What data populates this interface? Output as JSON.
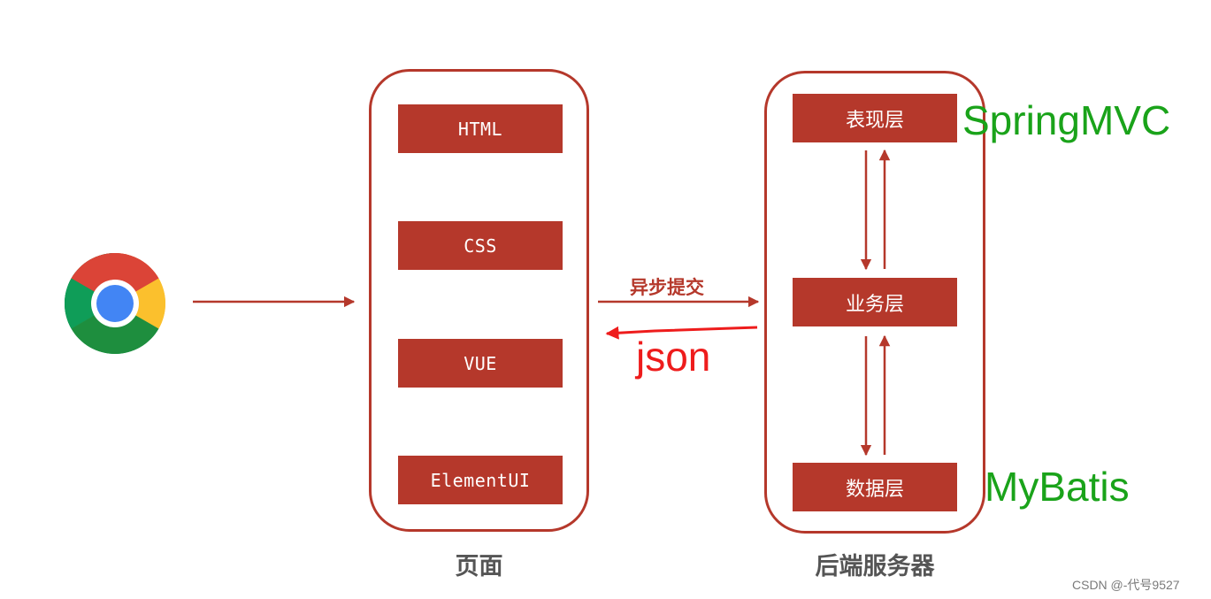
{
  "browser": {
    "icon": "chrome-icon"
  },
  "page_group": {
    "label": "页面",
    "items": [
      "HTML",
      "CSS",
      "VUE",
      "ElementUI"
    ]
  },
  "server_group": {
    "label": "后端服务器",
    "layers": [
      "表现层",
      "业务层",
      "数据层"
    ]
  },
  "tech": {
    "presentation": "SpringMVC",
    "data": "MyBatis"
  },
  "edges": {
    "async_submit": "异步提交",
    "response": "json"
  },
  "colors": {
    "accent": "#b5382b",
    "tech": "#1aa31a",
    "json": "#ee1c1c"
  },
  "watermark": "CSDN @-代号9527"
}
